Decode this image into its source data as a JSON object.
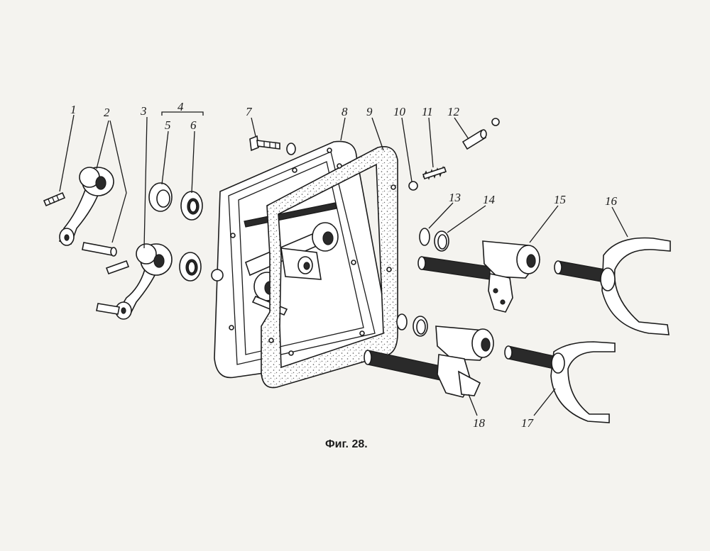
{
  "labels": {
    "p1": "1",
    "p2": "2",
    "p3": "3",
    "p4": "4",
    "p5": "5",
    "p6": "6",
    "p7": "7",
    "p8": "8",
    "p9": "9",
    "p10": "10",
    "p11": "11",
    "p12": "12",
    "p13": "13",
    "p14": "14",
    "p15": "15",
    "p16": "16",
    "p17": "17",
    "p18": "18"
  },
  "caption": "Фиг. 28.",
  "colors": {
    "ink": "#1b1b1b",
    "paper": "#f4f3ef"
  }
}
